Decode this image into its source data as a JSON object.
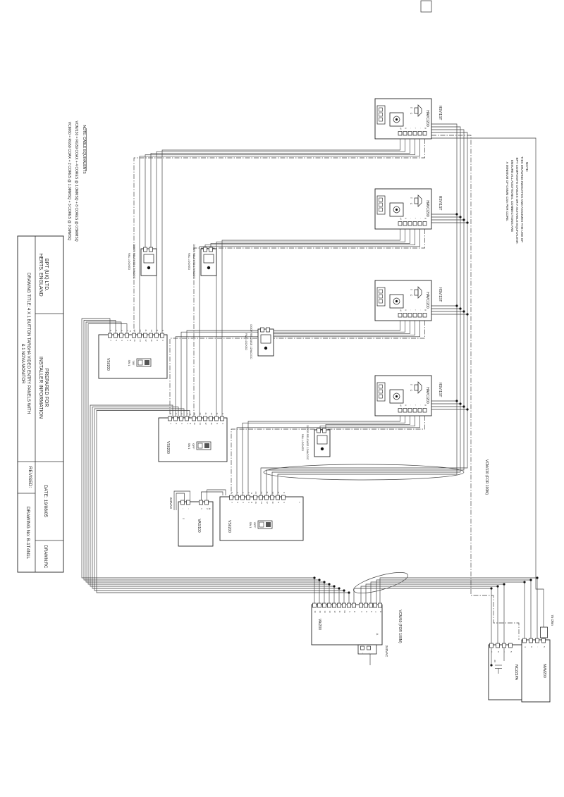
{
  "title_block": {
    "company_line1": "BPT (UK) LTD.",
    "company_line2": "HERTS. ENGLAND",
    "prepared_line1": "PREPARED FOR",
    "prepared_line2": "INSTALLER INFORMATION",
    "date": "DATE: 19/08/05",
    "drawn": "DRAWN:RC",
    "revised": "REVISED:",
    "title_line1": "DRAWING TITLE:   4 X 1 BUTTON TARGHA VIDEO ENTRY PANELS WITH",
    "title_line2": "& 1 NOVA MONITOR",
    "drawing_no": "DRAWING No:  B-1T4N1L"
  },
  "cable_note": {
    "heading": "NOTE: CABLE EQUIVALENTS",
    "vcm130": "VCM/130 = RG59 COAX + 4 CORES @ 1.0MMSQ + 8 CORES @ 0.5MMSQ",
    "vcm60": "VCM/60 = RG59 COAX + 2 CORES @ 1.0MMSQ + 3 CORES @ 0.5MMSQ"
  },
  "drawing_note": {
    "heading": "NOTE:",
    "line1": "THIS DRAWING INDICATES AND ASSUMES THE USE OF",
    "line2": "BPT COMPOSITE CABLES OR A SUITABLE EQUIVALENT.",
    "line3": "ENSURE ALL ADDITIONAL CONNECTIONS ARE",
    "line4": "A MINIMUM OF 0.5MM CSA PER CORE."
  },
  "components": {
    "entrance_panel": {
      "model": "HAVC/200",
      "name": "HSV/1ST",
      "speaker_t": "T",
      "speaker_c": "C",
      "terminals": [
        "+V",
        "V",
        "-",
        "+",
        "-",
        "B"
      ]
    },
    "distributor": {
      "model": "VSI/200",
      "sw_label": "SW 1",
      "sw_on": "'ON'",
      "sw_off": "'OFF'",
      "left_top": [
        "8",
        "6",
        "4",
        "2"
      ],
      "left_bottom": [
        "7",
        "5",
        "3",
        "1"
      ],
      "mid": [
        "G",
        "O"
      ],
      "right_top": [
        "24",
        "23",
        "21",
        "13",
        "11",
        "9"
      ],
      "right_bottom": [
        "16",
        "14",
        "12",
        "10",
        "8",
        "6"
      ],
      "tail": "L"
    },
    "psu": {
      "model": "VAS/100",
      "terminals": [
        "~",
        "~",
        "1",
        "2"
      ],
      "label_a": "A",
      "label_0": "0"
    },
    "amplifier": {
      "model": "VA/200",
      "group1": [
        "16",
        "15",
        "14",
        "13",
        "12",
        "11",
        "6A",
        "5",
        "B"
      ],
      "group2": [
        "6",
        "9",
        "C"
      ],
      "group3": [
        "4",
        "D"
      ],
      "label_a": "A",
      "ac": [
        "~",
        "~"
      ]
    },
    "switchboard": {
      "model": "NC221PA",
      "terminals": [
        "+",
        "8",
        "-",
        "5"
      ],
      "extra": "20"
    },
    "monitor": {
      "model": "NVM200",
      "terminals": [
        "4",
        "8",
        "-",
        "5"
      ]
    }
  },
  "labels": {
    "door_release_line1": "DOOR RELEASE 12VAC/DC",
    "door_release_line2": "FAIL LOCKED",
    "riser_cable": "VCM/130 (FOR 100M)",
    "monitor_cable": "VCM/60 (FOR 100M)",
    "mains_a": "240VAC",
    "mains_b": "240VAC",
    "terminator": "75 Ohm"
  },
  "ink": "#222222"
}
